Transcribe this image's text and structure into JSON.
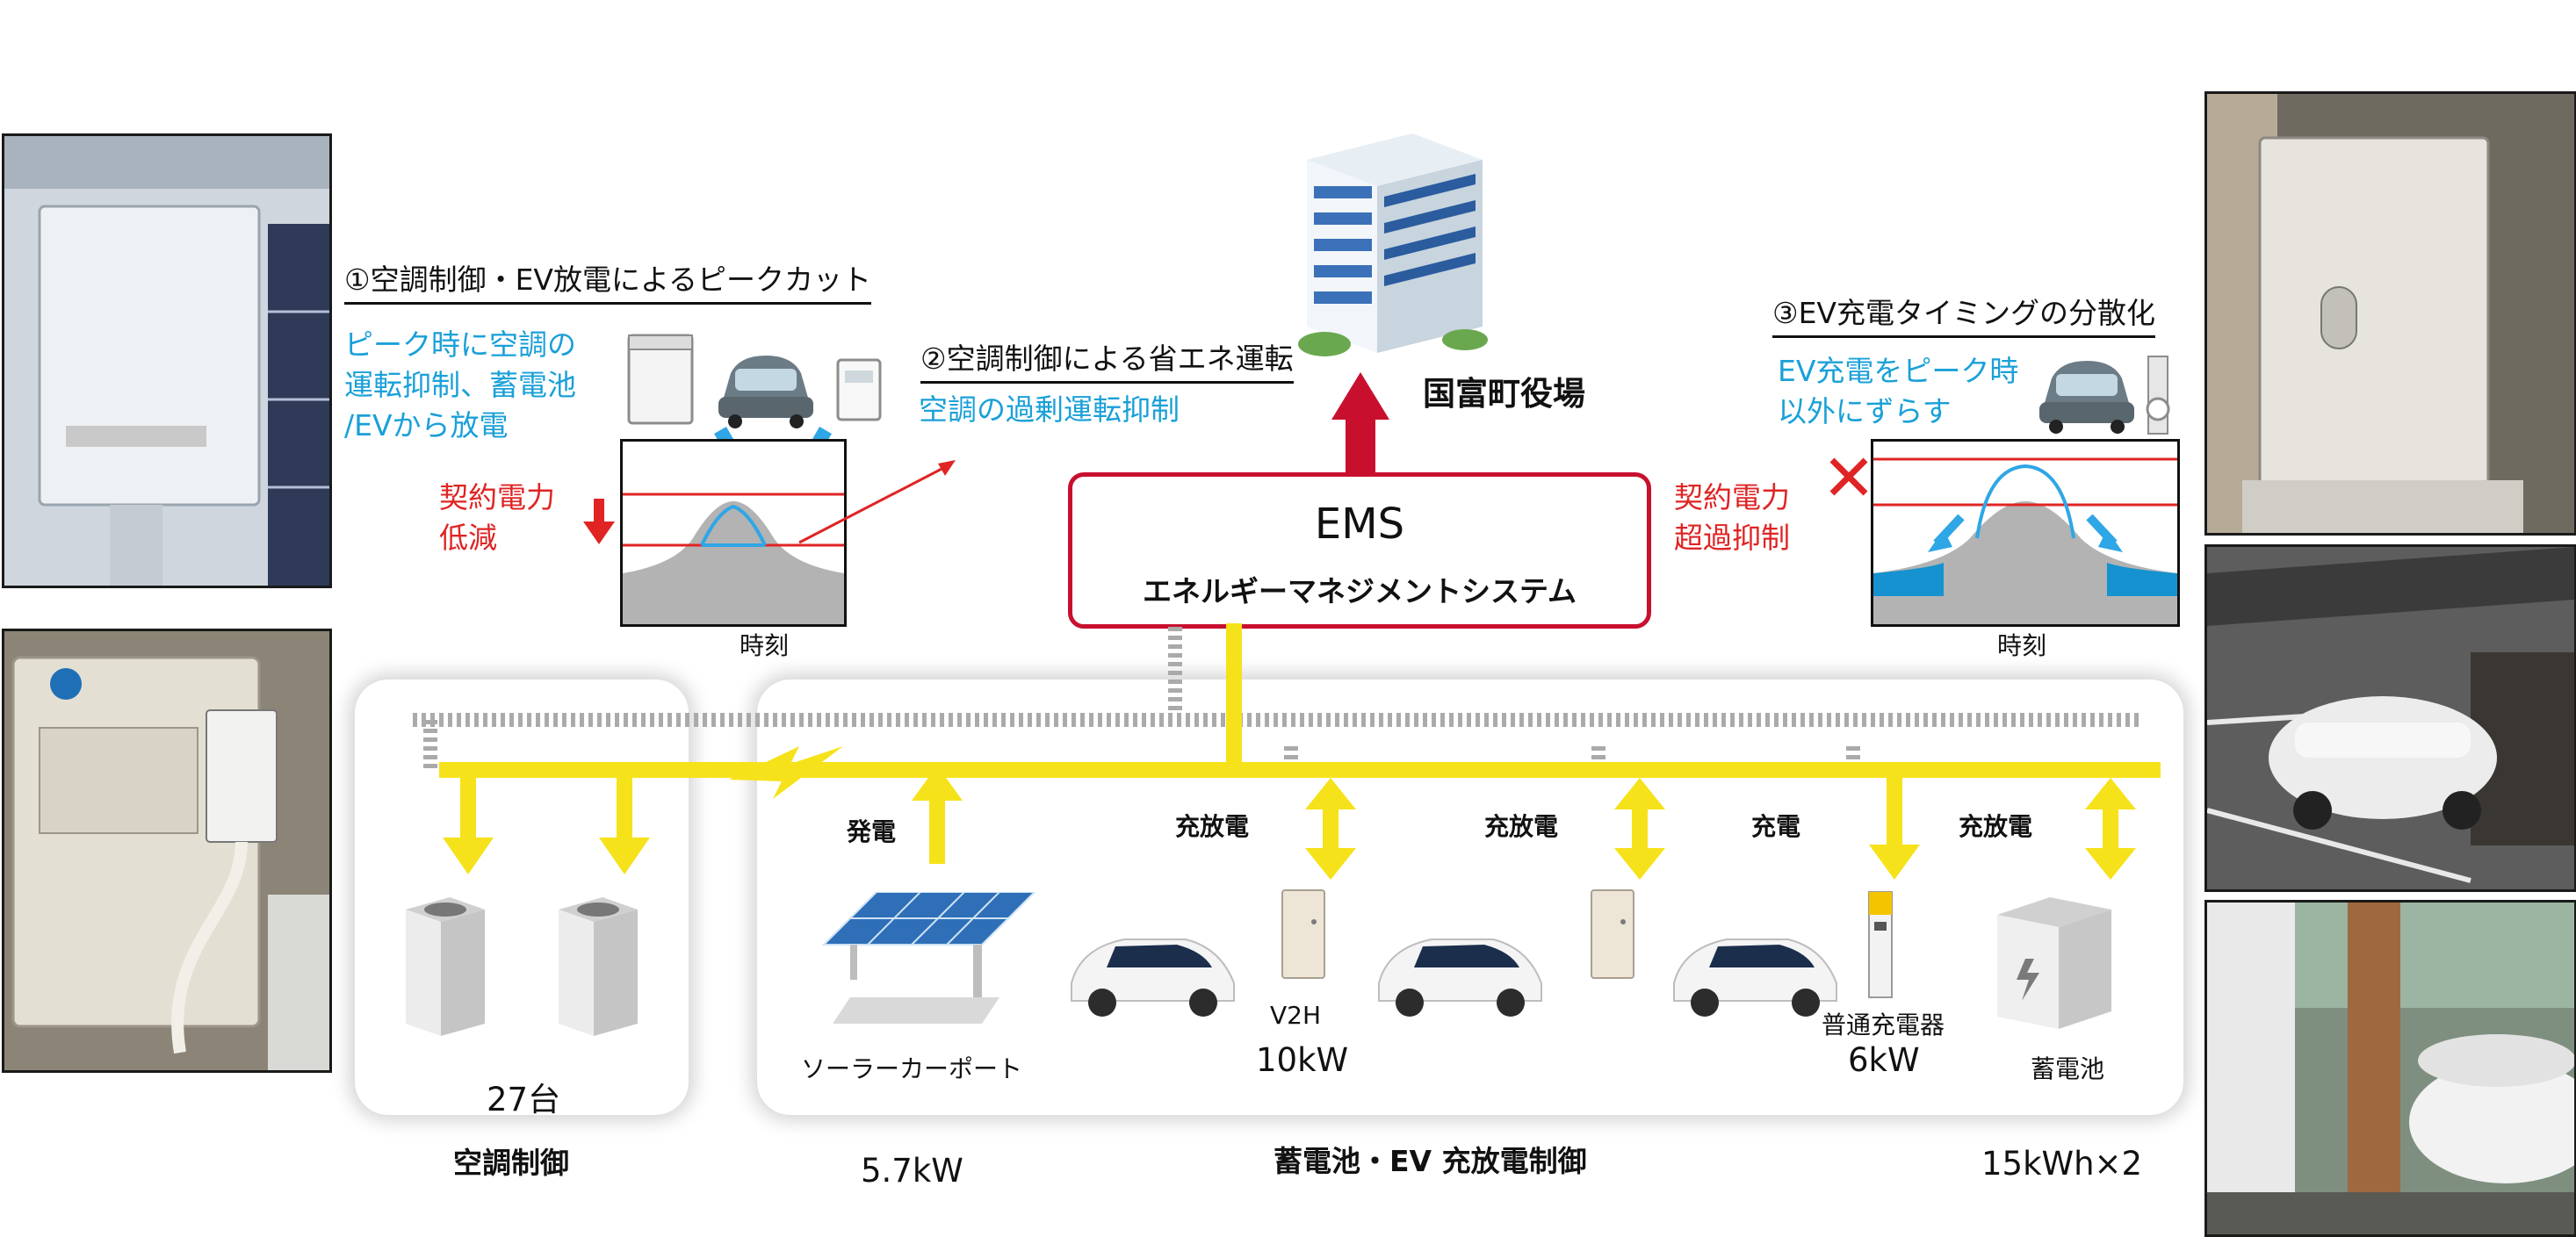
{
  "sections": {
    "peak_cut": {
      "title": "①空調制御・EV放電によるピークカット",
      "desc_line1": "ピーク時に空調の",
      "desc_line2": "運転抑制、蓄電池",
      "desc_line3": "/EVから放電",
      "contract_line1": "契約電力",
      "contract_line2": "低減",
      "time_label": "時刻"
    },
    "energy_save": {
      "title": "②空調制御による省エネ運転",
      "desc": "空調の過剰運転抑制"
    },
    "ev_timing": {
      "title": "③EV充電タイミングの分散化",
      "desc_line1": "EV充電をピーク時",
      "desc_line2": "以外にずらす",
      "contract_line1": "契約電力",
      "contract_line2": "超過抑制",
      "time_label": "時刻"
    }
  },
  "building": {
    "label": "国富町役場"
  },
  "ems": {
    "title": "EMS",
    "subtitle": "エネルギーマネジメントシステム"
  },
  "aircon_panel": {
    "count": "27台",
    "caption": "空調制御"
  },
  "storage_panel": {
    "caption": "蓄電池・EV 充放電制御",
    "generation_label": "発電",
    "solar_label": "ソーラーカーポート",
    "solar_capacity": "5.7kW",
    "v2h_flow_1": "充放電",
    "v2h_label": "V2H",
    "v2h_capacity": "10kW",
    "v2h_flow_2": "充放電",
    "charge_flow": "充電",
    "charger_label": "普通充電器",
    "charger_capacity": "6kW",
    "battery_flow": "充放電",
    "battery_label": "蓄電池",
    "battery_capacity": "15kWh×2"
  },
  "colors": {
    "bus_yellow": "#f6e21a",
    "accent_blue": "#1aa0d8",
    "accent_red": "#e02424",
    "ems_border": "#c8102e",
    "arrow_red": "#c8102e"
  }
}
